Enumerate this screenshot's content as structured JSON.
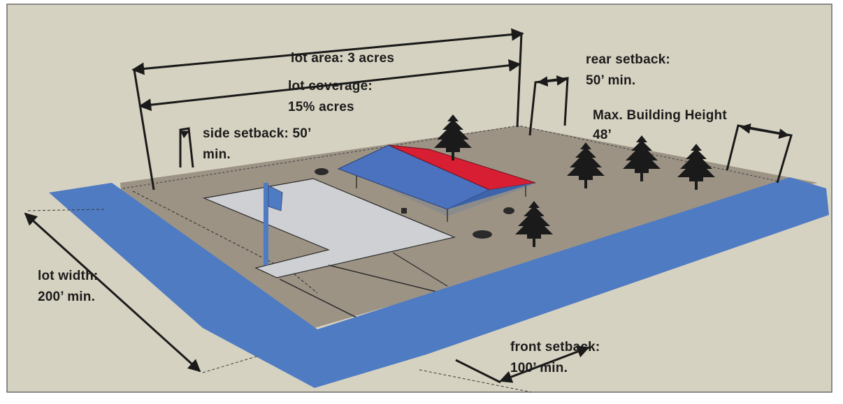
{
  "labels": {
    "lot_area": "lot area:  3 acres",
    "lot_coverage_1": "lot coverage:",
    "lot_coverage_2": "15% acres",
    "side_setback_1": "side setback:  50’",
    "side_setback_2": "min.",
    "rear_setback_1": "rear setback:",
    "rear_setback_2": "50’ min.",
    "max_height_1": "Max. Building Height",
    "max_height_2": "48’",
    "lot_width_1": "lot width:",
    "lot_width_2": "200’ min.",
    "front_setback_1": "front setback:",
    "front_setback_2": "100’ min."
  },
  "colors": {
    "background": "#d6d2c1",
    "ground": "#9c9385",
    "road": "#4f7bc2",
    "roof_blue": "#4a72bf",
    "roof_red": "#d81e32",
    "parking": "#cfd0d3",
    "tree": "#1a1a1a"
  }
}
